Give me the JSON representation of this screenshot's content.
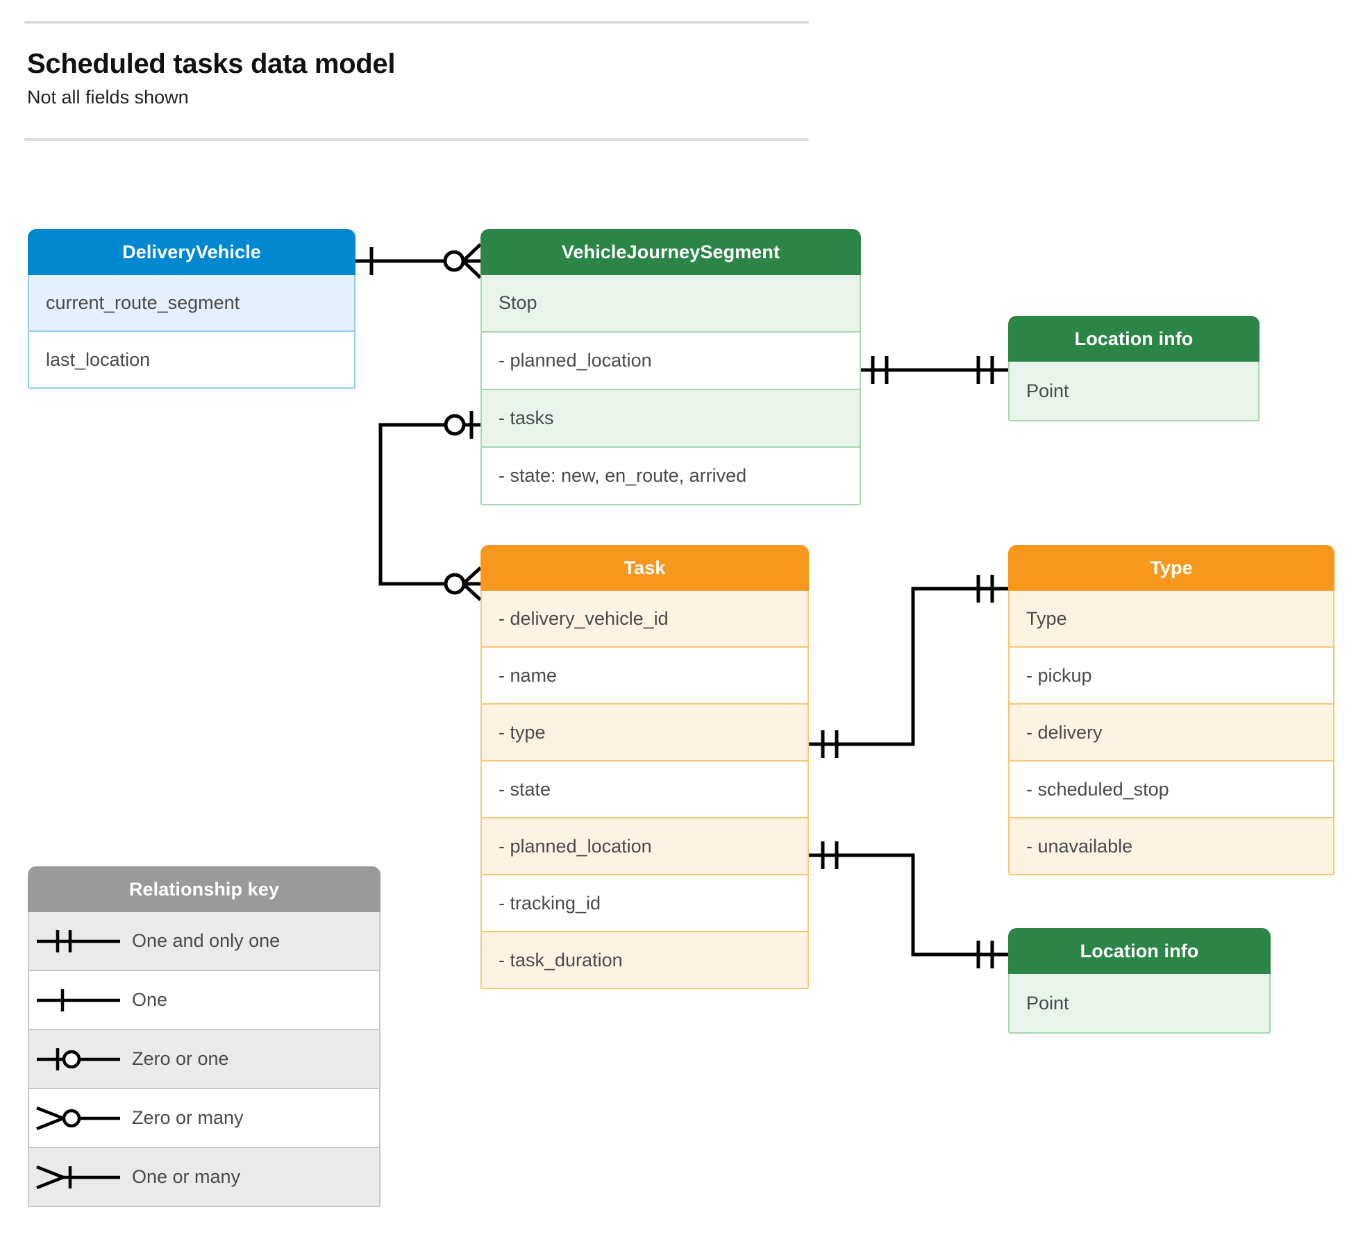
{
  "header": {
    "title": "Scheduled tasks data model",
    "subtitle": "Not all fields shown"
  },
  "colors": {
    "blue": "#0288d1",
    "green": "#2a8547",
    "orange": "#f7981d",
    "gray": "#9a9a9a",
    "line": "#000000",
    "rule": "#dadce0",
    "text": "#4a4a4a"
  },
  "entities": [
    {
      "id": "delivery-vehicle",
      "name": "DeliveryVehicle",
      "theme": "blue",
      "rows": [
        {
          "label": "current_route_segment"
        },
        {
          "label": "last_location"
        }
      ]
    },
    {
      "id": "vehicle-journey-segment",
      "name": "VehicleJourneySegment",
      "theme": "green",
      "rows": [
        {
          "label": "Stop"
        },
        {
          "label": "-  planned_location"
        },
        {
          "label": "- tasks"
        },
        {
          "label": "- state: new, en_route, arrived"
        }
      ]
    },
    {
      "id": "location-info-top",
      "name": "Location info",
      "theme": "green",
      "rows": [
        {
          "label": "Point"
        }
      ]
    },
    {
      "id": "task",
      "name": "Task",
      "theme": "orange",
      "rows": [
        {
          "label": "- delivery_vehicle_id"
        },
        {
          "label": "- name"
        },
        {
          "label": "- type"
        },
        {
          "label": "- state"
        },
        {
          "label": "- planned_location"
        },
        {
          "label": "- tracking_id"
        },
        {
          "label": "- task_duration"
        }
      ]
    },
    {
      "id": "type",
      "name": "Type",
      "theme": "orange",
      "rows": [
        {
          "label": "Type"
        },
        {
          "label": "-   pickup"
        },
        {
          "label": "-   delivery"
        },
        {
          "label": "-   scheduled_stop"
        },
        {
          "label": "-   unavailable"
        }
      ]
    },
    {
      "id": "location-info-bottom",
      "name": "Location info",
      "theme": "green",
      "rows": [
        {
          "label": "Point"
        }
      ]
    }
  ],
  "legend": {
    "title": "Relationship key",
    "items": [
      {
        "symbol": "one-and-only-one",
        "label": "One and only one"
      },
      {
        "symbol": "one",
        "label": "One"
      },
      {
        "symbol": "zero-or-one",
        "label": "Zero or one"
      },
      {
        "symbol": "zero-or-many",
        "label": "Zero or many"
      },
      {
        "symbol": "one-or-many",
        "label": "One or many"
      }
    ]
  },
  "relationships": [
    {
      "id": "deliveryvehicle-to-vehiclejourneysegment",
      "from": "DeliveryVehicle",
      "from_cardinality": "One",
      "to": "VehicleJourneySegment",
      "to_cardinality": "Zero or many"
    },
    {
      "id": "vehiclejourneysegment-plannedlocation-to-locationinfo",
      "from": "VehicleJourneySegment.planned_location",
      "from_cardinality": "One and only one",
      "to": "Location info",
      "to_cardinality": "One and only one"
    },
    {
      "id": "vehiclejourneysegment-tasks-to-task",
      "from": "VehicleJourneySegment.tasks",
      "from_cardinality": "Zero or one",
      "to": "Task",
      "to_cardinality": "Zero or many"
    },
    {
      "id": "task-type-to-type",
      "from": "Task.type",
      "from_cardinality": "One and only one",
      "to": "Type",
      "to_cardinality": "One and only one"
    },
    {
      "id": "task-plannedlocation-to-locationinfo",
      "from": "Task.planned_location",
      "from_cardinality": "One and only one",
      "to": "Location info",
      "to_cardinality": "One and only one"
    }
  ]
}
